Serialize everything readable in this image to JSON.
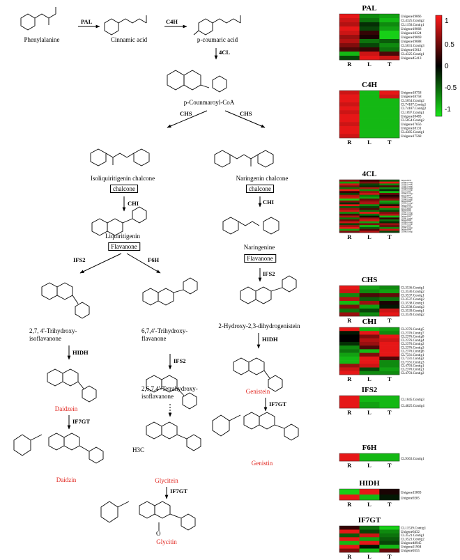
{
  "pathway": {
    "compounds": {
      "phenylalanine": "Phenylalanine",
      "cinnamic_acid": "Cinnamic acid",
      "p_coumaric_acid": "p-coumaric acid",
      "p_coumaroyl_coa": "p-Counmaroyl-CoA",
      "isoliquiritigenin_chalcone": "Isoliquiritigenin chalcone",
      "naringenin_chalcone": "Naringenin chalcone",
      "liquiritigenin": "Liquiritigenin",
      "naringenine": "Naringenine",
      "trihydroxy_isoflavanone": "2,7, 4'-Trihydroxy-\nisoflavanone",
      "trihydroxy_flavanone": "6,7,4'-Trihydroxy-\nflavanone",
      "hydroxy_dihydrogenistein": "2-Hydroxy-2,3-dihydrogenistein",
      "tetrahydroxy_isoflavanone": "2,6,7,4'-Tetrahydroxy-\nisoflavanone",
      "daidzein": "Daidzein",
      "genistein": "Genistein",
      "daidzin": "Daidzin",
      "glycitein": "Glycitein",
      "genistin": "Genistin",
      "glycitin": "Glycitin"
    },
    "class_boxes": {
      "chalcone_left": "chalcone",
      "chalcone_right": "chalcone",
      "flavanone_left": "Flavanone",
      "flavanone_right": "Flavanone"
    },
    "enzymes": {
      "pal": "PAL",
      "c4h": "C4H",
      "cl4": "4CL",
      "chs_left": "CHS",
      "chs_right": "CHS",
      "chi_left": "CHI",
      "chi_right": "CHI",
      "ifs2_left": "IFS2",
      "f6h": "F6H",
      "ifs2_right": "IFS2",
      "hidh_left": "HIDH",
      "hidh_right": "HIDH",
      "ifs2_mid": "IFS2",
      "if7gt_left": "IF7GT",
      "if7gt_right": "IF7GT",
      "if7gt_mid": "IF7GT"
    },
    "substituents": {
      "h3c_o": "H3C",
      "o_mid": "O"
    }
  },
  "colorbar": {
    "ticks": [
      "1",
      "0.5",
      "0",
      "-0.5",
      "-1"
    ],
    "colors": [
      "#ff1a1a",
      "#000000",
      "#19e619"
    ]
  },
  "heatmaps": [
    {
      "title": "PAL",
      "columns": [
        "R",
        "L",
        "T"
      ],
      "rows": [
        "Unigene19066",
        "CL4325.Contig2",
        "CL1150.Contig1",
        "Unigene19068",
        "Unigene18324",
        "Unigene19069",
        "Unigene19088",
        "CL5031.Contig3",
        "Unigene15012",
        "CL4325.Contig1",
        "Unigene45413"
      ],
      "values": [
        [
          0.9,
          -0.6,
          -0.7
        ],
        [
          0.8,
          -0.5,
          -0.8
        ],
        [
          0.7,
          -0.2,
          -0.6
        ],
        [
          0.9,
          -0.3,
          -0.7
        ],
        [
          0.8,
          0.2,
          -0.9
        ],
        [
          0.6,
          0.1,
          -0.9
        ],
        [
          0.7,
          -0.5,
          -0.4
        ],
        [
          0.5,
          -0.3,
          -0.6
        ],
        [
          0.3,
          0.2,
          -0.5
        ],
        [
          -0.8,
          0.8,
          0.3
        ],
        [
          -0.3,
          0.9,
          0.8
        ]
      ]
    },
    {
      "title": "C4H",
      "columns": [
        "R",
        "L",
        "T"
      ],
      "rows": [
        "Unigene18758",
        "Unigene18758",
        "CL5054.Contig2",
        "CL74187.Contig1",
        "CL74187.Contig2",
        "CL1097.Contig1",
        "Unigene10483",
        "CL5054.Contig2",
        "Unigene17656",
        "Unigene18131",
        "CL4385.Contig1",
        "Unigene17568"
      ],
      "values": [
        [
          0.8,
          -0.8,
          0.9
        ],
        [
          0.9,
          -0.8,
          0.8
        ],
        [
          0.9,
          -0.8,
          -0.8
        ],
        [
          0.8,
          -0.8,
          -0.8
        ],
        [
          0.9,
          -0.8,
          -0.8
        ],
        [
          0.8,
          -0.8,
          -0.8
        ],
        [
          0.9,
          -0.8,
          -0.8
        ],
        [
          0.9,
          -0.8,
          -0.8
        ],
        [
          0.8,
          -0.8,
          -0.8
        ],
        [
          0.9,
          -0.8,
          -0.8
        ],
        [
          0.9,
          -0.8,
          -0.8
        ],
        [
          0.8,
          -0.8,
          -0.8
        ]
      ]
    },
    {
      "title": "4CL",
      "columns": [
        "R",
        "L",
        "T"
      ],
      "rows": [
        "Unigene30079",
        "CL3885.Contig1",
        "CL3865.Contig1",
        "CL3892.Contig1",
        "CL3893.Contig2",
        "CL3893.Contig1",
        "Unigene29803",
        "CL3884.Contig2",
        "Unigene30077",
        "CL3895.Contig1",
        "CL3896.Contig1",
        "Unigene30080",
        "CL3893.Contig3",
        "Unigene30068",
        "CL3899.Contig1",
        "Unigene30081",
        "Unigene30083",
        "CL3897.Contig1",
        "CL3890.Contig1",
        "Unigene30082",
        "CL3891.Contig1",
        "Unigene30084",
        "CL3888.Contig1",
        "CL3889.Contig1",
        "Unigene30085",
        "CL3887.Contig1",
        "Unigene30086",
        "CL3886.Contig1"
      ],
      "values": [
        [
          0.6,
          0.2,
          -0.4
        ],
        [
          -0.7,
          0.5,
          0.9
        ],
        [
          0.8,
          -0.3,
          -0.6
        ],
        [
          0.5,
          -0.2,
          0.3
        ],
        [
          -0.5,
          0.7,
          -0.6
        ],
        [
          0.9,
          -0.6,
          -0.2
        ],
        [
          0.2,
          0.6,
          -0.8
        ],
        [
          -0.3,
          0.8,
          0.4
        ],
        [
          0.7,
          -0.5,
          0.1
        ],
        [
          0.8,
          -0.7,
          0.3
        ],
        [
          -0.9,
          0.4,
          0.6
        ],
        [
          0.5,
          0.6,
          -0.7
        ],
        [
          -0.2,
          0.7,
          -0.5
        ],
        [
          0.9,
          -0.6,
          0.2
        ],
        [
          -0.4,
          -0.3,
          0.8
        ],
        [
          0.6,
          0.3,
          -0.6
        ],
        [
          0.8,
          -0.5,
          -0.3
        ],
        [
          -0.6,
          0.9,
          0.5
        ],
        [
          0.3,
          -0.5,
          0.7
        ],
        [
          0.7,
          -0.1,
          -0.8
        ],
        [
          -0.5,
          0.6,
          0.2
        ],
        [
          0.4,
          0.8,
          -0.5
        ],
        [
          0.8,
          -0.7,
          -0.2
        ],
        [
          -0.3,
          0.5,
          0.6
        ],
        [
          0.6,
          -0.8,
          0.4
        ],
        [
          0.9,
          -0.4,
          -0.6
        ],
        [
          -0.7,
          0.3,
          0.8
        ],
        [
          0.5,
          0.7,
          -0.3
        ]
      ]
    },
    {
      "title": "CHS",
      "columns": [
        "R",
        "L",
        "T"
      ],
      "rows": [
        "CL3536.Contig1",
        "CL3536.Contig2",
        "CL3537.Contig1",
        "CL3537.Contig2",
        "CL3538.Contig1",
        "CL3538.Contig2",
        "CL3539.Contig1",
        "CL3539.Contig2"
      ],
      "values": [
        [
          0.9,
          -0.7,
          -0.6
        ],
        [
          0.8,
          -0.6,
          -0.7
        ],
        [
          -0.6,
          0.3,
          0.4
        ],
        [
          0.7,
          -0.4,
          -0.5
        ],
        [
          -0.8,
          0.6,
          0.1
        ],
        [
          0.5,
          -0.7,
          -0.1
        ],
        [
          -0.5,
          -0.3,
          0.8
        ],
        [
          0.6,
          -0.6,
          0.9
        ]
      ]
    },
    {
      "title": "CHI",
      "columns": [
        "R",
        "L",
        "T"
      ],
      "rows": [
        "CL2376.Contig5",
        "CL2376.Contig7",
        "CL2376.Contig8",
        "CL2376.Contig4",
        "CL2376.Contig2",
        "CL2376.Contig3",
        "CL2376.Contig6",
        "CL7331.Contig1",
        "CL7331.Contig2",
        "CL7331.Contig3",
        "CL4793.Contig1",
        "CL2376.Contig1",
        "CL4793.Contig2"
      ],
      "values": [
        [
          0.9,
          -0.8,
          -0.7
        ],
        [
          -0.1,
          0.9,
          -0.6
        ],
        [
          0.0,
          0.5,
          0.9
        ],
        [
          0.0,
          0.7,
          0.8
        ],
        [
          -0.2,
          0.6,
          0.9
        ],
        [
          -0.6,
          0.3,
          0.9
        ],
        [
          -0.5,
          -0.8,
          0.9
        ],
        [
          -0.7,
          0.5,
          0.9
        ],
        [
          -0.8,
          0.9,
          0.3
        ],
        [
          -0.8,
          0.9,
          -0.6
        ],
        [
          0.6,
          0.8,
          -0.6
        ],
        [
          0.8,
          -0.3,
          -0.7
        ],
        [
          0.9,
          -0.6,
          -0.6
        ]
      ]
    },
    {
      "title": "IFS2",
      "columns": [
        "R",
        "L",
        "T"
      ],
      "rows": [
        "CL1045.Contig3",
        "CL4825.Contig4"
      ],
      "values": [
        [
          0.9,
          -0.8,
          -0.8
        ],
        [
          0.9,
          -0.7,
          -0.8
        ]
      ]
    },
    {
      "title": "F6H",
      "columns": [
        "R",
        "L",
        "T"
      ],
      "rows": [
        "CL9363.Contig1"
      ],
      "values": [
        [
          0.9,
          -0.8,
          -0.8
        ]
      ]
    },
    {
      "title": "HIDH",
      "columns": [
        "R",
        "L",
        "T"
      ],
      "rows": [
        "Unigene15803",
        "Unigene9285"
      ],
      "values": [
        [
          -0.9,
          0.9,
          0.1
        ],
        [
          0.9,
          -0.8,
          -0.1
        ]
      ]
    },
    {
      "title": "IF7GT",
      "columns": [
        "R",
        "L",
        "T"
      ],
      "rows": [
        "CL11539.Contig1",
        "Unigene6432",
        "CL3521.Contig1",
        "CL3521.Contig2",
        "Unigene48945",
        "Unigene21904",
        "Unigene9355"
      ],
      "values": [
        [
          0.2,
          -0.5,
          -0.9
        ],
        [
          0.9,
          -0.3,
          -0.6
        ],
        [
          -0.4,
          0.8,
          -0.5
        ],
        [
          0.9,
          -0.7,
          -0.4
        ],
        [
          -0.8,
          0.9,
          -0.3
        ],
        [
          0.9,
          -0.1,
          -0.8
        ],
        [
          0.5,
          -0.8,
          0.4
        ]
      ]
    }
  ]
}
